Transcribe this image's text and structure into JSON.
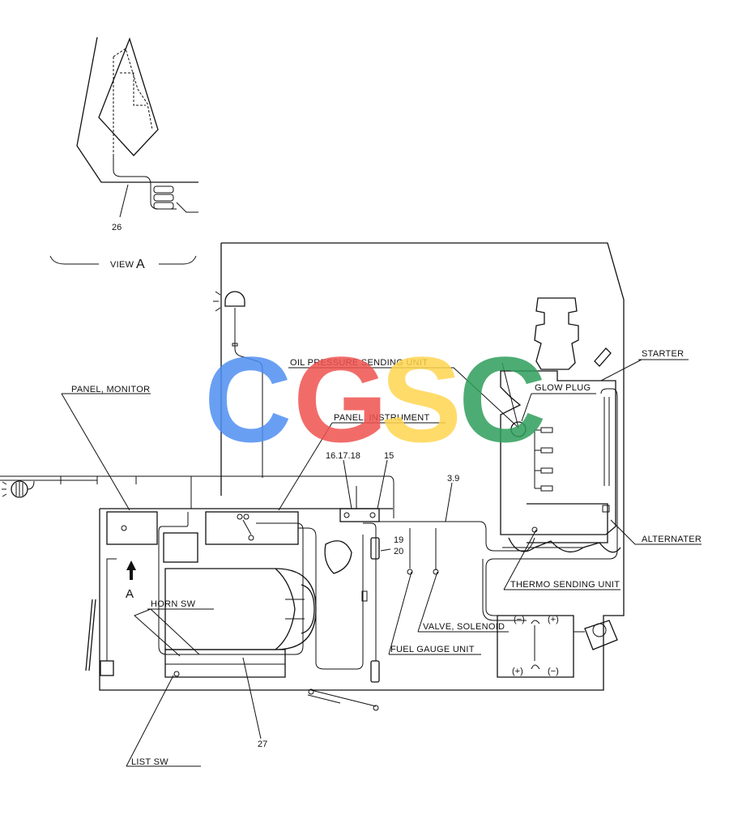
{
  "view_title": "VIEW",
  "view_letter": "A",
  "arrow_letter": "A",
  "watermark": {
    "letters": [
      "C",
      "G",
      "S",
      "C"
    ],
    "colors": [
      "#4f8ff2",
      "#ef5350",
      "#ffd54f",
      "#2e9e5b"
    ]
  },
  "labels": {
    "starter": "STARTER",
    "glow_plug": "GLOW PLUG",
    "oil_pressure": "OIL PRESSURE SENDING UNIT",
    "panel_instrument": "PANEL, INSTRUMENT",
    "panel_monitor": "PANEL, MONITOR",
    "alternater": "ALTERNATER",
    "thermo": "THERMO SENDING UNIT",
    "valve_solenoid": "VALVE, SOLENOID",
    "fuel_gauge": "FUEL GAUGE UNIT",
    "horn_sw": "HORN SW",
    "list_sw": "LIST SW"
  },
  "callouts": {
    "c26": "26",
    "c16_17_18": "16.17.18",
    "c15": "15",
    "c3_9": "3.9",
    "c19": "19",
    "c20": "20",
    "c27": "27"
  },
  "battery_terms": {
    "top_neg": "(−)",
    "top_pos": "(+)",
    "bot_pos": "(+)",
    "bot_neg": "(−)"
  }
}
